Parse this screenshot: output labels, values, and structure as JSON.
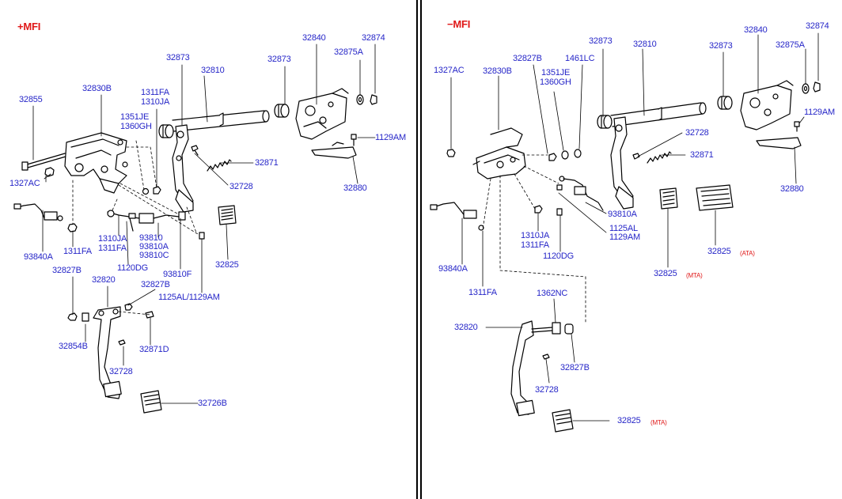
{
  "sections": {
    "left_title": "+MFI",
    "right_title": "−MFI"
  },
  "colors": {
    "label": "#2626c8",
    "header": "#e01818",
    "line": "#000000"
  },
  "left_labels": {
    "p32855": "32855",
    "p32830b": "32830B",
    "p1311fa_a": "1311FA",
    "p1310ja_a": "1310JA",
    "p32873_a": "32873",
    "p32810": "32810",
    "p32873_b": "32873",
    "p32840": "32840",
    "p32874": "32874",
    "p32875a": "32875A",
    "p1351je": "1351JE",
    "p1360gh": "1360GH",
    "p1129am_a": "1129AM",
    "p32871": "32871",
    "p1327ac": "1327AC",
    "p32728_a": "32728",
    "p32880": "32880",
    "p1310ja_b": "1310JA",
    "p1311fa_b": "1311FA",
    "p93810": "93810",
    "p93810a": "93810A",
    "p93810c": "93810C",
    "p93840a": "93840A",
    "p1311fa_c": "1311FA",
    "p32825": "32825",
    "p32827b_a": "32827B",
    "p1120dg": "1120DG",
    "p93810f": "93810F",
    "p32820": "32820",
    "p32827b_b": "32827B",
    "p1125al_1129am": "1125AL/1129AM",
    "p32854b": "32854B",
    "p32871d": "32871D",
    "p32728_b": "32728",
    "p32726b": "32726B"
  },
  "right_labels": {
    "p32874": "32874",
    "p32840": "32840",
    "p32873_a": "32873",
    "p32810": "32810",
    "p32873_b": "32873",
    "p32875a": "32875A",
    "p32827b_a": "32827B",
    "p1461lc": "1461LC",
    "p1327ac": "1327AC",
    "p32830b": "32830B",
    "p1351je": "1351JE",
    "p1360gh": "1360GH",
    "p1129am": "1129AM",
    "p32728_a": "32728",
    "p32871": "32871",
    "p32880": "32880",
    "p93810a": "93810A",
    "p1125al": "1125AL",
    "p1129am_b": "1129AM",
    "p1310ja": "1310JA",
    "p1311fa_a": "1311FA",
    "p1120dg": "1120DG",
    "p93840a": "93840A",
    "p32825_ata": "32825",
    "ata": "(ATA)",
    "p32825_mta": "32825",
    "mta": "(MTA)",
    "p1311fa_b": "1311FA",
    "p1362nc": "1362NC",
    "p32820": "32820",
    "p32827b_b": "32827B",
    "p32728_b": "32728",
    "p32825_mta2": "32825",
    "mta2": "(MTA)"
  }
}
